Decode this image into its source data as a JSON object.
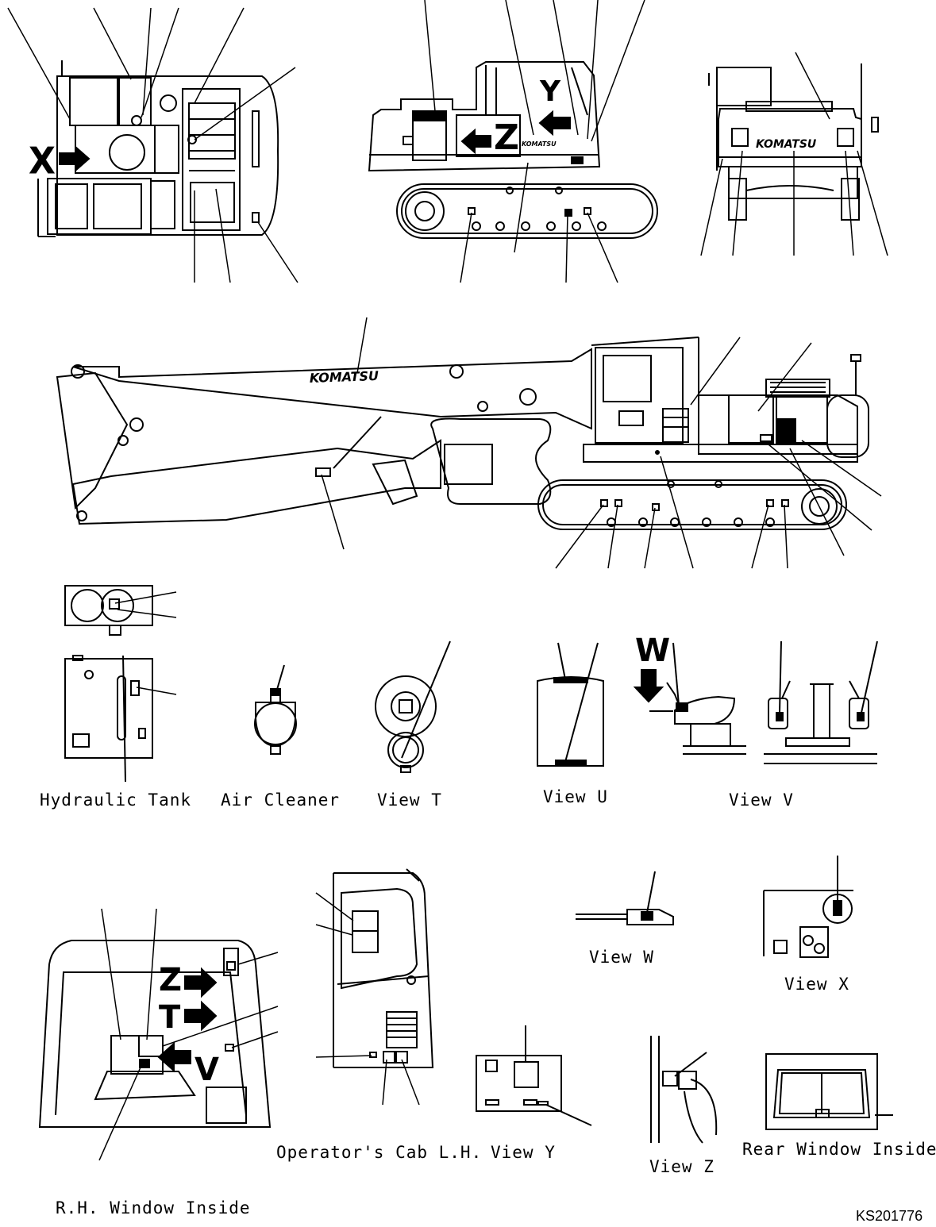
{
  "view_letters": {
    "x": "X",
    "y": "Y",
    "z_side": "Z",
    "w": "W",
    "z_cab": "Z",
    "t_cab": "T",
    "v_cab": "V"
  },
  "brand": "KOMATSU",
  "captions": {
    "hydraulic_tank": "Hydraulic Tank",
    "air_cleaner": "Air Cleaner",
    "view_t": "View T",
    "view_u": "View U",
    "view_v": "View V",
    "view_w": "View W",
    "view_x": "View X",
    "operators_cab_lh": "Operator's Cab L.H.",
    "view_y": "View Y",
    "view_z": "View Z",
    "rear_window_inside": "Rear Window Inside",
    "rh_window_inside": "R.H. Window Inside"
  },
  "drawing_number": "KS201776"
}
